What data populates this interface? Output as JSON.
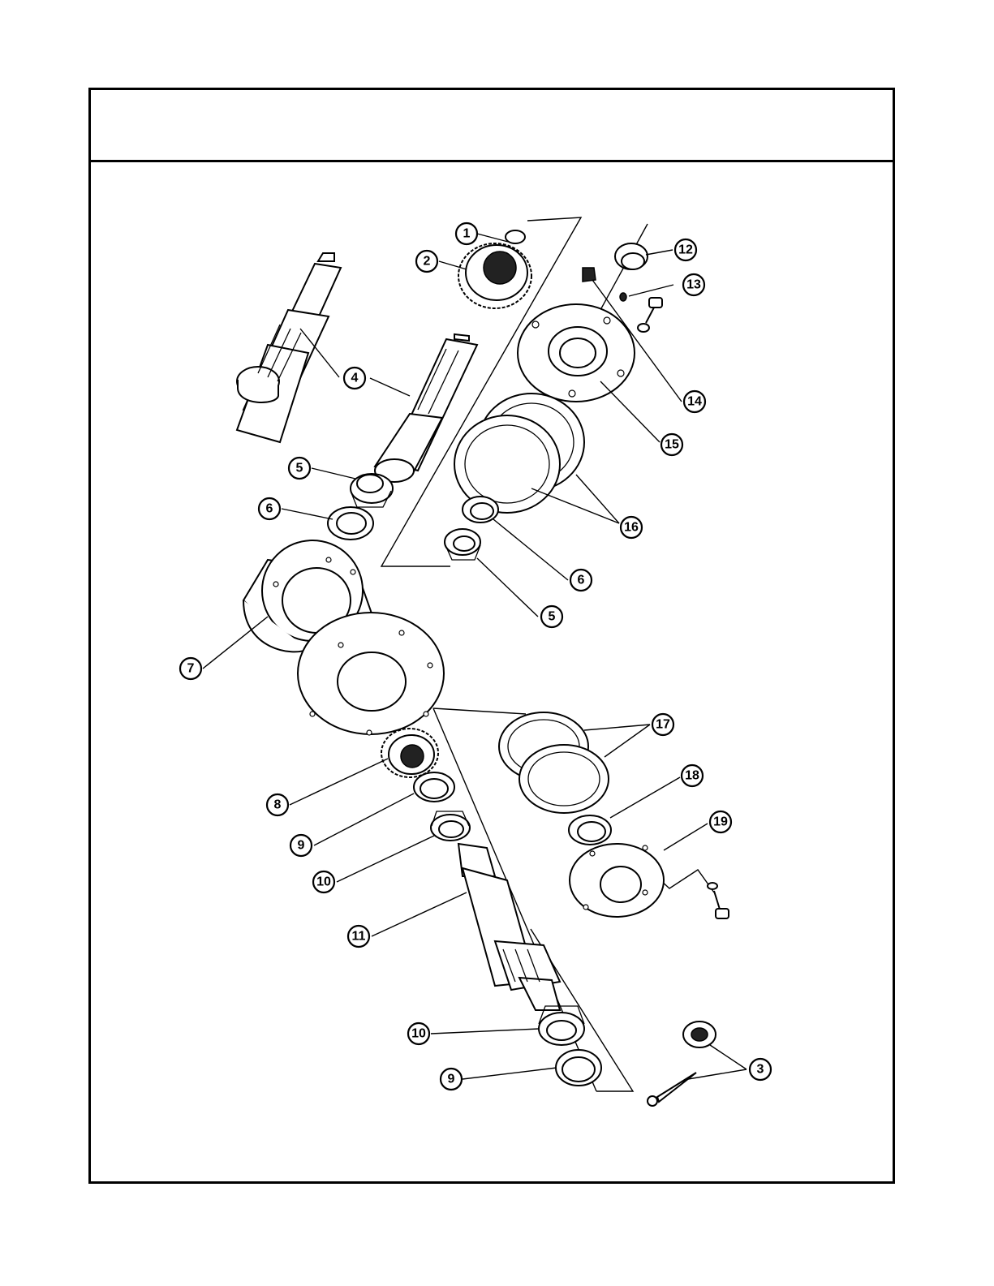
{
  "page": {
    "title": ""
  },
  "callouts": [
    {
      "id": "c1",
      "label": "1"
    },
    {
      "id": "c2",
      "label": "2"
    },
    {
      "id": "c3",
      "label": "3"
    },
    {
      "id": "c4",
      "label": "4"
    },
    {
      "id": "c5a",
      "label": "5"
    },
    {
      "id": "c5b",
      "label": "5"
    },
    {
      "id": "c6a",
      "label": "6"
    },
    {
      "id": "c6b",
      "label": "6"
    },
    {
      "id": "c7",
      "label": "7"
    },
    {
      "id": "c8",
      "label": "8"
    },
    {
      "id": "c9a",
      "label": "9"
    },
    {
      "id": "c9b",
      "label": "9"
    },
    {
      "id": "c10a",
      "label": "10"
    },
    {
      "id": "c10b",
      "label": "10"
    },
    {
      "id": "c11",
      "label": "11"
    },
    {
      "id": "c12",
      "label": "12"
    },
    {
      "id": "c13",
      "label": "13"
    },
    {
      "id": "c14",
      "label": "14"
    },
    {
      "id": "c15",
      "label": "15"
    },
    {
      "id": "c16",
      "label": "16"
    },
    {
      "id": "c17",
      "label": "17"
    },
    {
      "id": "c18",
      "label": "18"
    },
    {
      "id": "c19",
      "label": "19"
    }
  ]
}
